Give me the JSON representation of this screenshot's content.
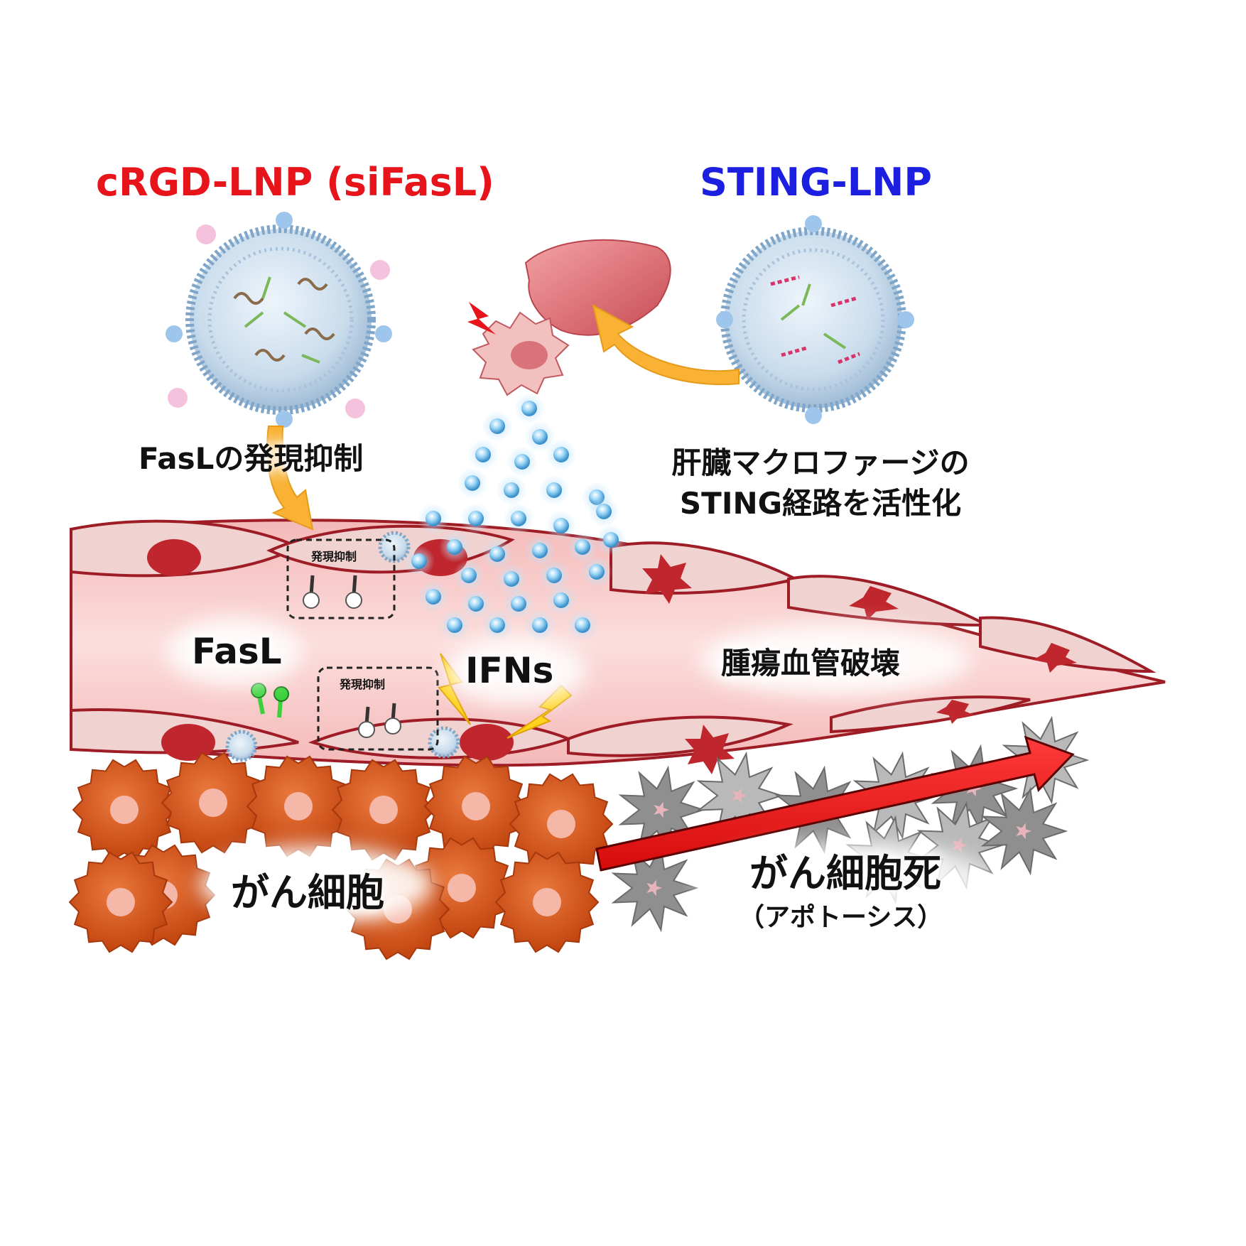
{
  "labels": {
    "crgd_lnp": "cRGD-LNP (siFasL)",
    "sting_lnp": "STING-LNP",
    "fasl_suppression": "FasLの発現抑制",
    "liver_macrophage_line1": "肝臓マクロファージの",
    "liver_macrophage_line2": "STING経路を活性化",
    "box_label_top": "発現抑制",
    "box_label_bottom": "発現抑制",
    "fasl": "FasL",
    "ifns": "IFNs",
    "vessel_destruction": "腫瘍血管破壊",
    "cancer_cells": "がん細胞",
    "cancer_cell_death": "がん細胞死",
    "apoptosis": "（アポトーシス）"
  },
  "colors": {
    "crgd_title": "#e8141b",
    "sting_title": "#1c1ee0",
    "vessel_pink": "#f6c6c4",
    "endothelial_nucleus": "#c0262d",
    "cancer_cell": "#d4521c",
    "dead_cell": "#9a9a9a",
    "arrow_red": "#ef1212",
    "arrow_yellow": "#f9b233",
    "ifn_dot": "#7ec8f2"
  }
}
